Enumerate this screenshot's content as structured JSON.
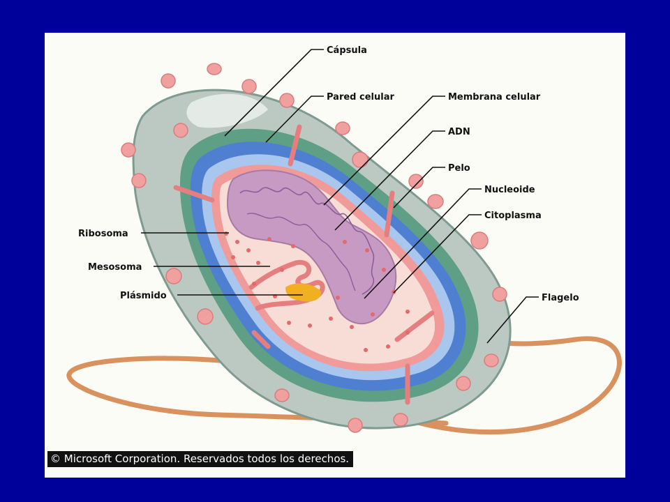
{
  "colors": {
    "outer_background": "#00019a",
    "panel_background": "#fcfcf6",
    "capsule": "#bcc9c3",
    "cell_wall_green": "#5f9f86",
    "membrane_blue": "#4f7fd0",
    "cytoplasm": "#f7ddd6",
    "nucleoid": "#c79ac4",
    "pili_fill": "#f1a0a0",
    "flagellum": "#d9915e",
    "plasmid": "#f0b020"
  },
  "labels": {
    "capsula": "Cápsula",
    "pared_celular": "Pared celular",
    "membrana_celular": "Membrana celular",
    "adn": "ADN",
    "pelo": "Pelo",
    "nucleoide": "Nucleoide",
    "citoplasma": "Citoplasma",
    "ribosoma": "Ribosoma",
    "mesosoma": "Mesosoma",
    "plasmido": "Plásmido",
    "flagelo": "Flagelo"
  },
  "copyright": "© Microsoft Corporation. Reservados todos los derechos."
}
